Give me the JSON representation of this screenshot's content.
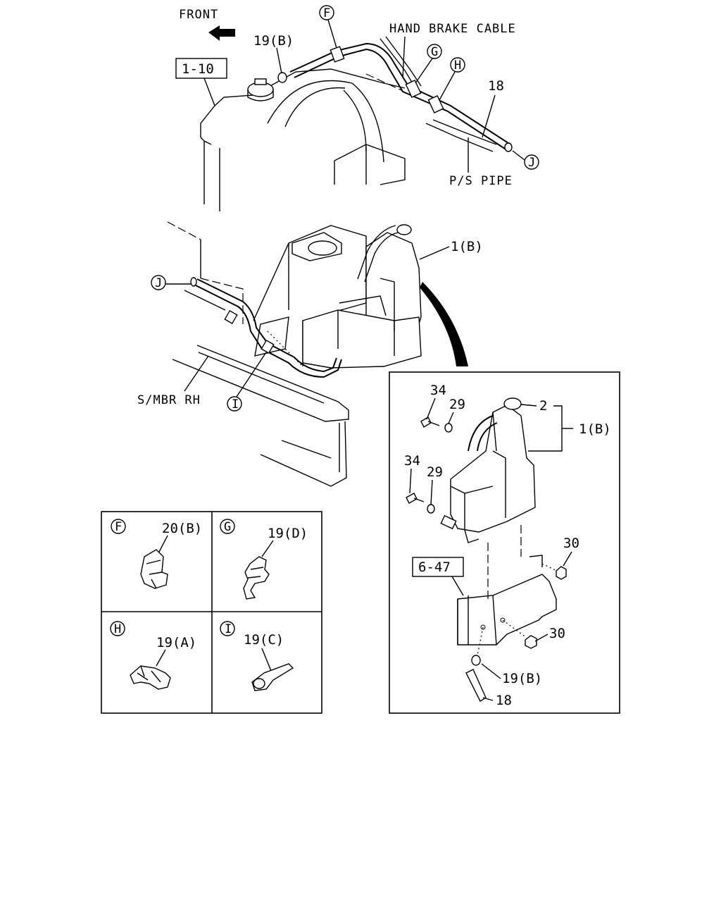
{
  "labels": {
    "front": "FRONT",
    "hand_brake_cable": "HAND BRAKE CABLE",
    "ps_pipe": "P/S PIPE",
    "smbr_rh": "S/MBR RH",
    "ref_1_10": "1-10",
    "ref_6_47": "6-47",
    "p19b_top": "19(B)",
    "p18_top": "18",
    "p1b_main": "1(B)",
    "p1b_detail": "1(B)",
    "p2": "2",
    "p34a": "34",
    "p29a": "29",
    "p34b": "34",
    "p29b": "29",
    "p30a": "30",
    "p30b": "30",
    "p19b_detail": "19(B)",
    "p18_detail": "18",
    "box_f_part": "20(B)",
    "box_g_part": "19(D)",
    "box_h_part": "19(A)",
    "box_i_part": "19(C)"
  },
  "callouts": {
    "F": "F",
    "G": "G",
    "H": "H",
    "J": "J",
    "I": "I"
  }
}
